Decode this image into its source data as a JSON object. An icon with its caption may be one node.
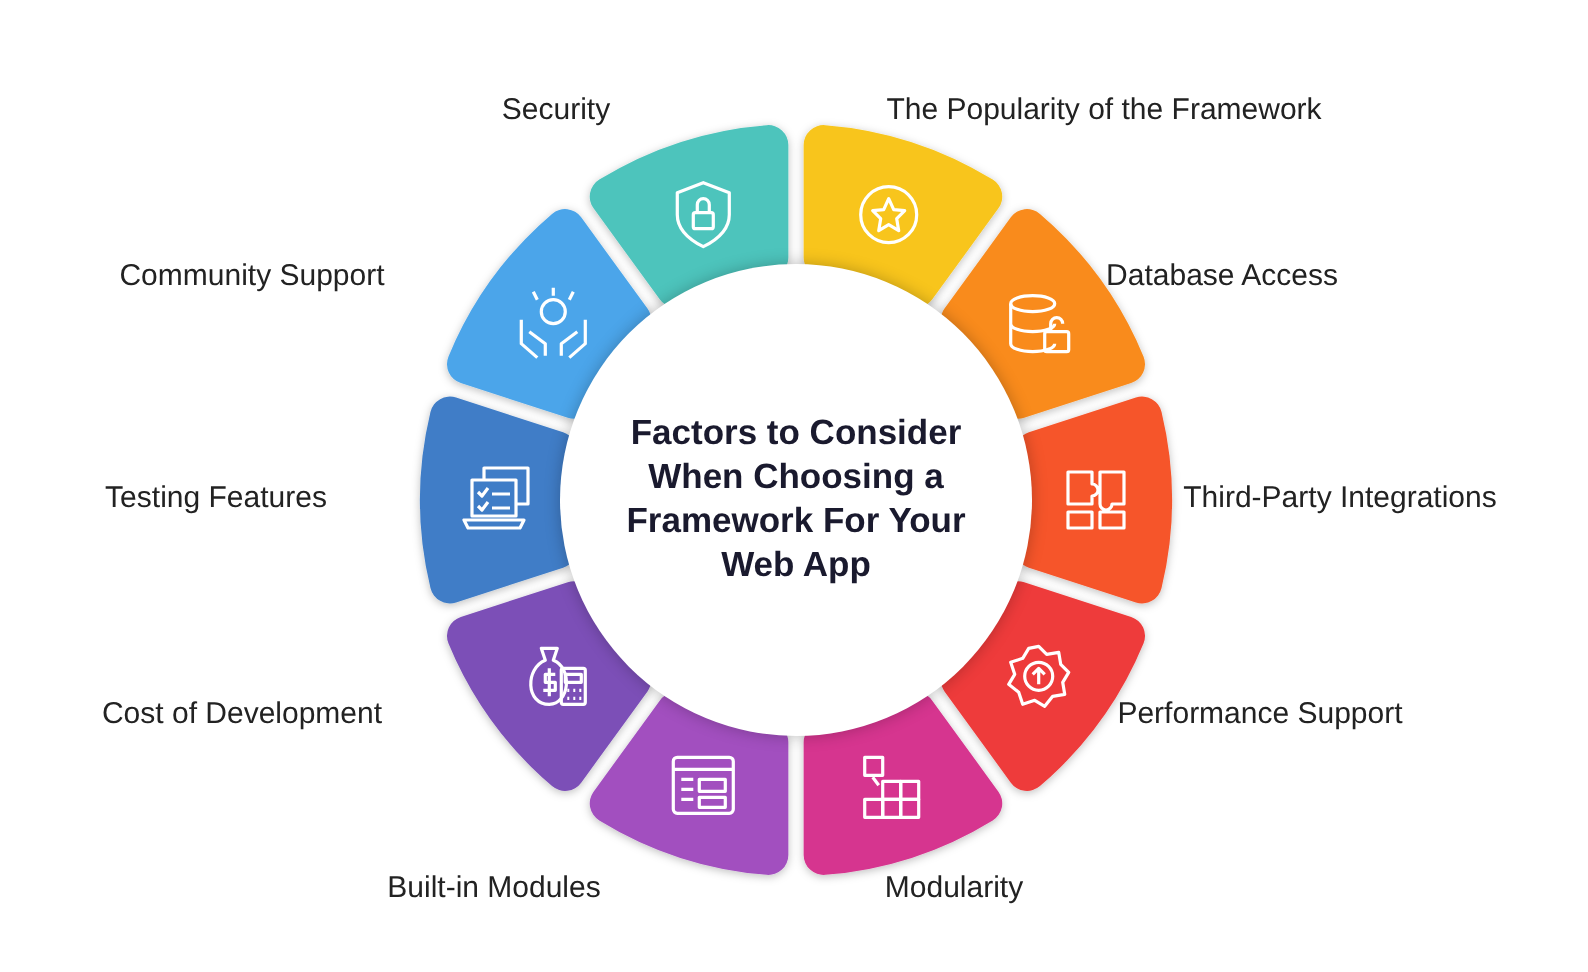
{
  "diagram": {
    "nodes": [
      {
        "text": [
          "Factors to Consider When Choosing a Framework For Your Web App"
        ]
      },
      {
        "text": [],
        "shape": "picture",
        "beside": [
          "The Popularity of the Framework"
        ]
      },
      {
        "text": [],
        "shape": "picture",
        "beside": [
          "Database Access"
        ]
      },
      {
        "text": [],
        "shape": "picture",
        "beside": [
          "Third-Party Integrations"
        ]
      },
      {
        "text": [],
        "shape": "picture",
        "beside": [
          "Performance Support"
        ]
      },
      {
        "text": [],
        "shape": "picture",
        "beside": [
          "Modularity"
        ]
      },
      {
        "text": [],
        "shape": "picture",
        "beside": [
          "Built-in Modules"
        ]
      },
      {
        "text": [],
        "shape": "picture",
        "beside": [
          "Cost of Development"
        ]
      },
      {
        "text": [],
        "shape": "picture",
        "beside": [
          "Testing Features"
        ]
      },
      {
        "text": [],
        "shape": "picture",
        "beside": [
          "Community Support"
        ]
      },
      {
        "text": [],
        "shape": "picture",
        "beside": [
          "Security"
        ]
      }
    ]
  }
}
